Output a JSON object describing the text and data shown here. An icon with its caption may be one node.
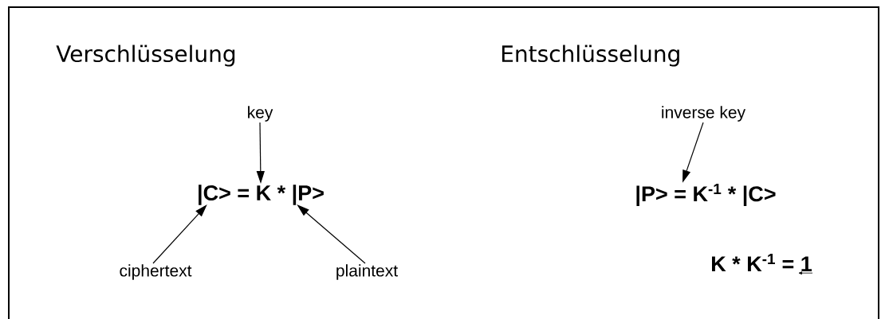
{
  "diagram": {
    "nodes": [
      {
        "text": [
          "key"
        ]
      },
      {
        "text": [
          "|C> = K * |P>"
        ]
      },
      {
        "text": [
          "ciphertext"
        ]
      },
      {
        "text": [
          "plaintext"
        ]
      },
      {
        "text": [
          "inverse key"
        ]
      },
      {
        "text": [
          "|P> = K$^{-1}$ * |C>"
        ]
      }
    ],
    "edges": [
      {
        "from": 0,
        "to": 1,
        "arrow": "to"
      },
      {
        "from": 2,
        "to": 1,
        "arrow": "to"
      },
      {
        "from": 3,
        "to": 1,
        "arrow": "to"
      },
      {
        "from": 4,
        "to": 5,
        "arrow": "to"
      }
    ],
    "labels": [
      "Verschlüsselung",
      "Entschlüsselung",
      "K * K$^{-1}$ = 1"
    ]
  }
}
